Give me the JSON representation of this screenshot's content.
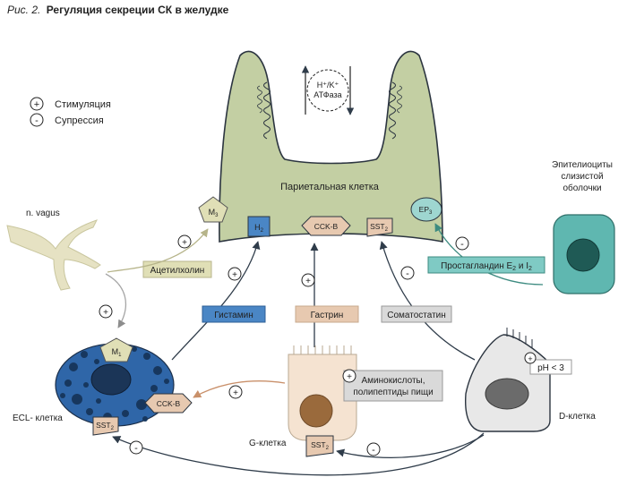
{
  "figure": {
    "caption_prefix": "Рис. 2.",
    "caption_text": "Регуляция секреции СК в желудке"
  },
  "legend": {
    "stimulation_symbol": "+",
    "stimulation_label": "Стимуляция",
    "suppression_symbol": "-",
    "suppression_label": "Супрессия"
  },
  "parietal_cell": {
    "label": "Париетальная клетка",
    "pump_line1": "H⁺/K⁺",
    "pump_line2": "АТФаза",
    "receptors": {
      "m3": {
        "main": "M",
        "sub": "3"
      },
      "h2": {
        "main": "H",
        "sub": "2"
      },
      "cckb": {
        "main": "CCK-B"
      },
      "sst2": {
        "main": "SST",
        "sub": "2"
      },
      "ep3": {
        "main": "EP",
        "sub": "3"
      }
    }
  },
  "nerve": {
    "label": "n. vagus"
  },
  "epithelial": {
    "line1": "Эпителиоциты",
    "line2": "слизистой",
    "line3": "оболочки"
  },
  "mediators": {
    "acetylcholine": "Ацетилхолин",
    "histamine": "Гистамин",
    "gastrin": "Гастрин",
    "somatostatin": "Соматостатин",
    "prostaglandin": {
      "p1": "Простагландин E",
      "s1": "2",
      "p2": " и I",
      "s2": "2"
    }
  },
  "ecl_cell": {
    "label": "ECL- клетка",
    "m1": {
      "main": "M",
      "sub": "1"
    },
    "cckb": "CCK-B",
    "sst2": {
      "main": "SST",
      "sub": "2"
    }
  },
  "g_cell": {
    "label": "G-клетка",
    "sst2": {
      "main": "SST",
      "sub": "2"
    },
    "stimulus_line1": "Аминокислоты,",
    "stimulus_line2": "полипептиды пищи"
  },
  "d_cell": {
    "label": "D-клетка",
    "stimulus": "pH < 3"
  },
  "signs": {
    "plus": "+",
    "minus": "-"
  },
  "colors": {
    "cell_green": "#c3cfa3",
    "acetylcholine_box": "#e0dfb6",
    "histamine_box": "#4a86c5",
    "gastrin_box": "#e7c9b0",
    "somatostatin_box": "#d9d9d9",
    "prostaglandin_box": "#7fcac4",
    "ecl_blue": "#2f66a8",
    "epithelial_teal": "#5fb7b0",
    "gcell_peach": "#f5e3d1",
    "nucleus_brown": "#9a6a3c"
  }
}
